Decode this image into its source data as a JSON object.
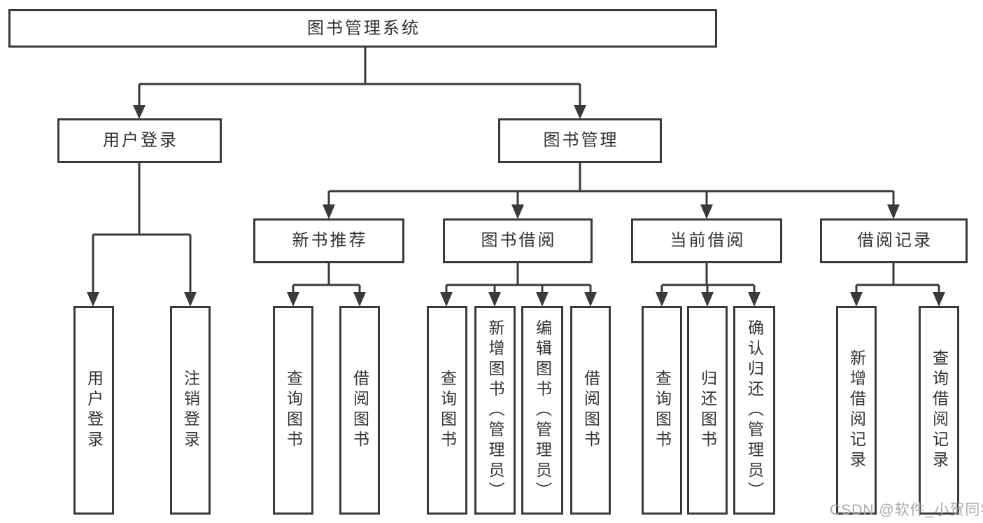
{
  "diagram_type": "functional-structure-tree",
  "colors": {
    "line": "#3a3a3a",
    "box_border": "#3a3a3a",
    "box_fill": "#ffffff",
    "text": "#333333",
    "background": "#ffffff",
    "watermark": "#a5a5a5"
  },
  "watermark": "CSDN @软件_小贺同学",
  "tree": {
    "label": "图书管理系统",
    "children": [
      {
        "label": "用户登录",
        "children": [
          {
            "label": "用户登录"
          },
          {
            "label": "注销登录"
          }
        ]
      },
      {
        "label": "图书管理",
        "children": [
          {
            "label": "新书推荐",
            "children": [
              {
                "label": "查询图书"
              },
              {
                "label": "借阅图书"
              }
            ]
          },
          {
            "label": "图书借阅",
            "children": [
              {
                "label": "查询图书"
              },
              {
                "label": "新增图书（管理员）"
              },
              {
                "label": "编辑图书（管理员）"
              },
              {
                "label": "借阅图书"
              }
            ]
          },
          {
            "label": "当前借阅",
            "children": [
              {
                "label": "查询图书"
              },
              {
                "label": "归还图书"
              },
              {
                "label": "确认归还（管理员）"
              }
            ]
          },
          {
            "label": "借阅记录",
            "children": [
              {
                "label": "新增借阅记录"
              },
              {
                "label": "查询借阅记录"
              }
            ]
          }
        ]
      }
    ]
  }
}
